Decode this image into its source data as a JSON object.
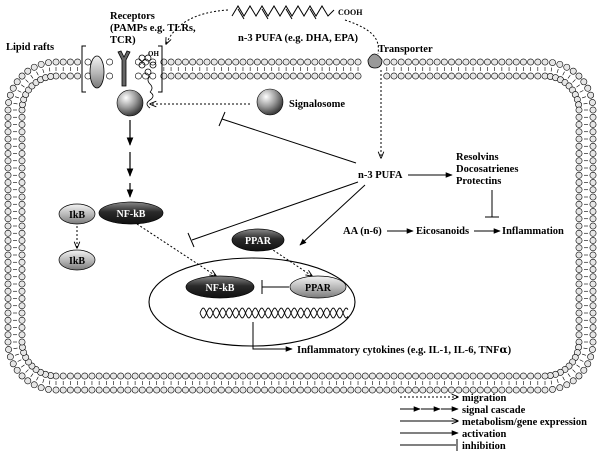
{
  "labels": {
    "lipid_rafts": "Lipid rafts",
    "receptors_line1": "Receptors",
    "receptors_line2": "(PAMPs e.g. TLRs,",
    "receptors_line3": "TCR)",
    "pufa_top": "n-3 PUFA (e.g. DHA, EPA)",
    "cooh": "COOH",
    "oh": "OH",
    "transporter": "Transporter",
    "signalosome": "Signalosome",
    "pufa_center": "n-3 PUFA",
    "resolvins": "Resolvins",
    "docosatrienes": "Docosatrienes",
    "protectins": "Protectins",
    "aa": "AA (n-6)",
    "eicosanoids": "Eicosanoids",
    "inflammation": "Inflammation",
    "cytokines": "Inflammatory cytokines (e.g. IL-1, IL-6, TNF",
    "alpha": "α",
    "cytokines_close": ")"
  },
  "proteins": {
    "ikb": "IkB",
    "nfkb": "NF-kB",
    "ikb2": "IkB",
    "ppar": "PPAR",
    "nfkb_nucleus": "NF-kB",
    "ppar_nucleus": "PPAR"
  },
  "legend": [
    {
      "label": "migration",
      "style": "dotted-arrow"
    },
    {
      "label": "signal cascade",
      "style": "chevron-arrows"
    },
    {
      "label": "metabolism/gene expression",
      "style": "solid-arrow"
    },
    {
      "label": "activation",
      "style": "solid-arrow"
    },
    {
      "label": "inhibition",
      "style": "inhibition-bar"
    }
  ],
  "colors": {
    "ink": "#000000",
    "protein_dark": "#2a2a2a",
    "protein_light": "#bfbfbf",
    "membrane_head": "#e6e6e6"
  }
}
